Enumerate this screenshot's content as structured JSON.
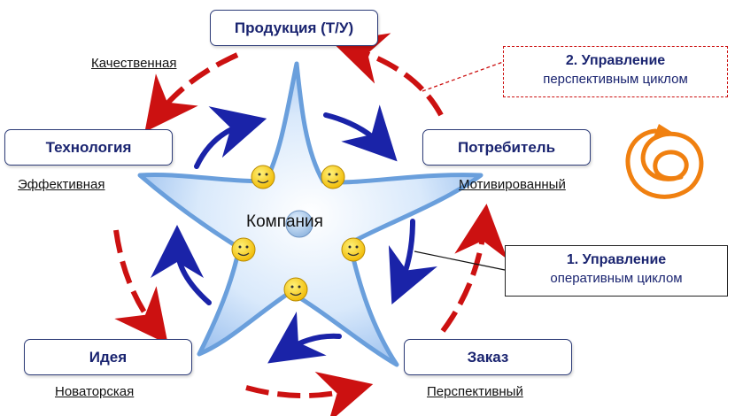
{
  "nodes": {
    "products": {
      "title": "Продукция (Т/У)",
      "subtitle": "Качественная"
    },
    "consumer": {
      "title": "Потребитель",
      "subtitle": "Мотивированный"
    },
    "technology": {
      "title": "Технология",
      "subtitle": "Эффективная"
    },
    "idea": {
      "title": "Идея",
      "subtitle": "Новаторская"
    },
    "order": {
      "title": "Заказ",
      "subtitle": "Перспективный"
    }
  },
  "center": {
    "label": "Компания"
  },
  "callouts": {
    "strategic": {
      "title": "2. Управление",
      "text": "перспективным циклом"
    },
    "operational": {
      "title": "1. Управление",
      "text": "оперативным циклом"
    }
  },
  "colors": {
    "outer_arrows": "#cc1111",
    "inner_arrows": "#1a23a8",
    "star_edge": "#6a9fdc",
    "node_text": "#1a2470"
  },
  "icons": [
    "spiral-icon",
    "smiley-icon"
  ]
}
